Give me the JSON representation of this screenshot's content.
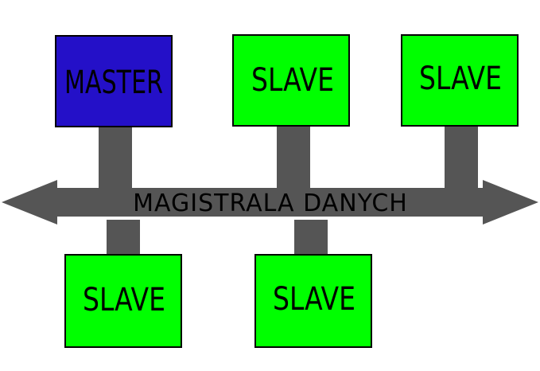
{
  "bus": {
    "label": "MAGISTRALA DANYCH"
  },
  "nodes": {
    "master": {
      "label": "MASTER"
    },
    "slave_top_middle": {
      "label": "SLAVE"
    },
    "slave_top_right": {
      "label": "SLAVE"
    },
    "slave_bottom_left": {
      "label": "SLAVE"
    },
    "slave_bottom_middle": {
      "label": "SLAVE"
    }
  },
  "colors": {
    "master_fill": "#2410C8",
    "slave_fill": "#00FF00",
    "bus_fill": "#555555",
    "outline": "#000000"
  }
}
